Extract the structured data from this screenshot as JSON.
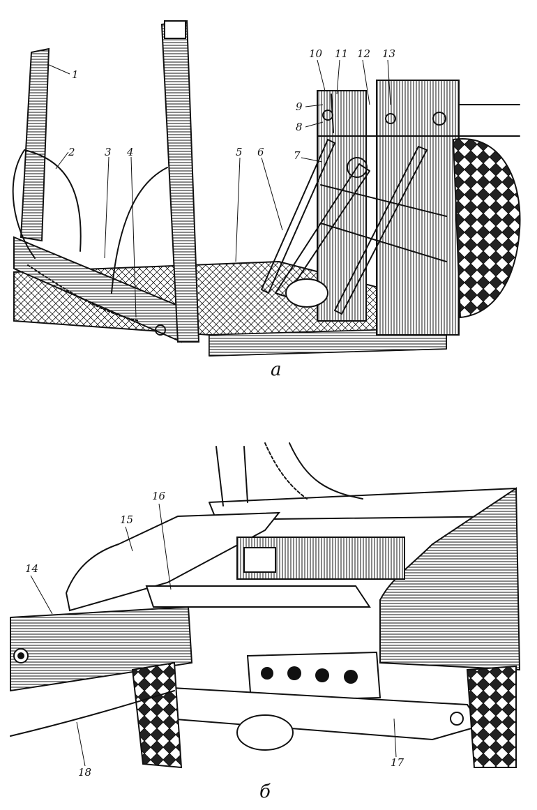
{
  "panels": [
    {
      "letter": "а",
      "callouts": [
        "1",
        "2",
        "3",
        "4",
        "5",
        "6",
        "7",
        "8",
        "9",
        "10",
        "11",
        "12",
        "13"
      ]
    },
    {
      "letter": "б",
      "callouts": [
        "14",
        "15",
        "16",
        "17",
        "18"
      ]
    }
  ]
}
